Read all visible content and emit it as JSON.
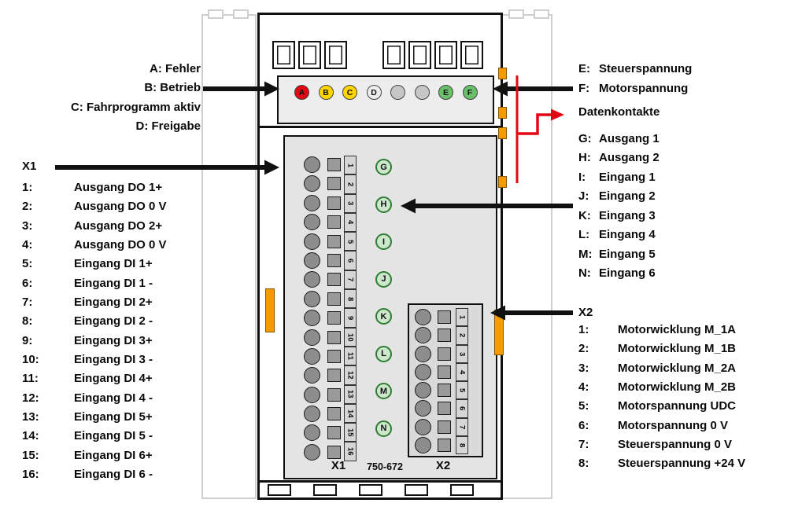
{
  "left_panel": {
    "led_legend": [
      "A: Fehler",
      "B: Betrieb",
      "C: Fahrprogramm aktiv",
      "D: Freigabe"
    ],
    "x1_title": "X1",
    "x1_rows": [
      {
        "num": "1:",
        "label": "Ausgang DO 1+"
      },
      {
        "num": "2:",
        "label": "Ausgang DO 0 V"
      },
      {
        "num": "3:",
        "label": "Ausgang DO 2+"
      },
      {
        "num": "4:",
        "label": "Ausgang DO 0 V"
      },
      {
        "num": "5:",
        "label": "Eingang DI 1+"
      },
      {
        "num": "6:",
        "label": "Eingang DI 1 -"
      },
      {
        "num": "7:",
        "label": "Eingang DI 2+"
      },
      {
        "num": "8:",
        "label": "Eingang DI 2 -"
      },
      {
        "num": "9:",
        "label": "Eingang DI 3+"
      },
      {
        "num": "10:",
        "label": "Eingang DI 3 -"
      },
      {
        "num": "11:",
        "label": "Eingang DI 4+"
      },
      {
        "num": "12:",
        "label": "Eingang DI 4 -"
      },
      {
        "num": "13:",
        "label": "Eingang DI 5+"
      },
      {
        "num": "14:",
        "label": "Eingang DI 5 -"
      },
      {
        "num": "15:",
        "label": "Eingang DI 6+"
      },
      {
        "num": "16:",
        "label": "Eingang DI 6 -"
      }
    ]
  },
  "right_panel": {
    "supply_legend": [
      {
        "key": "E:",
        "label": "Steuerspannung"
      },
      {
        "key": "F:",
        "label": "Motorspannung"
      }
    ],
    "data_contacts_label": "Datenkontakte",
    "io_legend": [
      {
        "key": "G:",
        "label": "Ausgang 1"
      },
      {
        "key": "H:",
        "label": "Ausgang 2"
      },
      {
        "key": "I:",
        "label": "Eingang 1"
      },
      {
        "key": "J:",
        "label": "Eingang 2"
      },
      {
        "key": "K:",
        "label": "Eingang 3"
      },
      {
        "key": "L:",
        "label": "Eingang 4"
      },
      {
        "key": "M:",
        "label": "Eingang 5"
      },
      {
        "key": "N:",
        "label": "Eingang 6"
      }
    ],
    "x2_title": "X2",
    "x2_rows": [
      {
        "num": "1:",
        "label": "Motorwicklung M_1A"
      },
      {
        "num": "2:",
        "label": "Motorwicklung M_1B"
      },
      {
        "num": "3:",
        "label": "Motorwicklung M_2A"
      },
      {
        "num": "4:",
        "label": "Motorwicklung M_2B"
      },
      {
        "num": "5:",
        "label": "Motorspannung UDC"
      },
      {
        "num": "6:",
        "label": "Motorspannung 0 V"
      },
      {
        "num": "7:",
        "label": "Steuerspannung 0 V"
      },
      {
        "num": "8:",
        "label": "Steuerspannung +24 V"
      }
    ]
  },
  "module": {
    "part_number": "750-672",
    "x1_label": "X1",
    "x2_label": "X2",
    "led_letters": [
      "A",
      "B",
      "C",
      "D",
      "",
      "",
      "E",
      "F"
    ],
    "io_letters": [
      "G",
      "H",
      "I",
      "J",
      "K",
      "L",
      "M",
      "N"
    ],
    "x1_terminal_numbers": [
      "1",
      "2",
      "3",
      "4",
      "5",
      "6",
      "7",
      "8",
      "9",
      "10",
      "11",
      "12",
      "13",
      "14",
      "15",
      "16"
    ],
    "x2_terminal_numbers": [
      "1",
      "2",
      "3",
      "4",
      "5",
      "6",
      "7",
      "8"
    ]
  },
  "colors": {
    "led_red": "#e30613",
    "led_yellow": "#ffd500",
    "led_green": "#6abf69",
    "led_off": "#c6c6c6",
    "io_circle_fill": "#cde7cd",
    "accent_orange": "#f59b00",
    "arrow_red": "#e30613",
    "arrow_black": "#111111"
  }
}
